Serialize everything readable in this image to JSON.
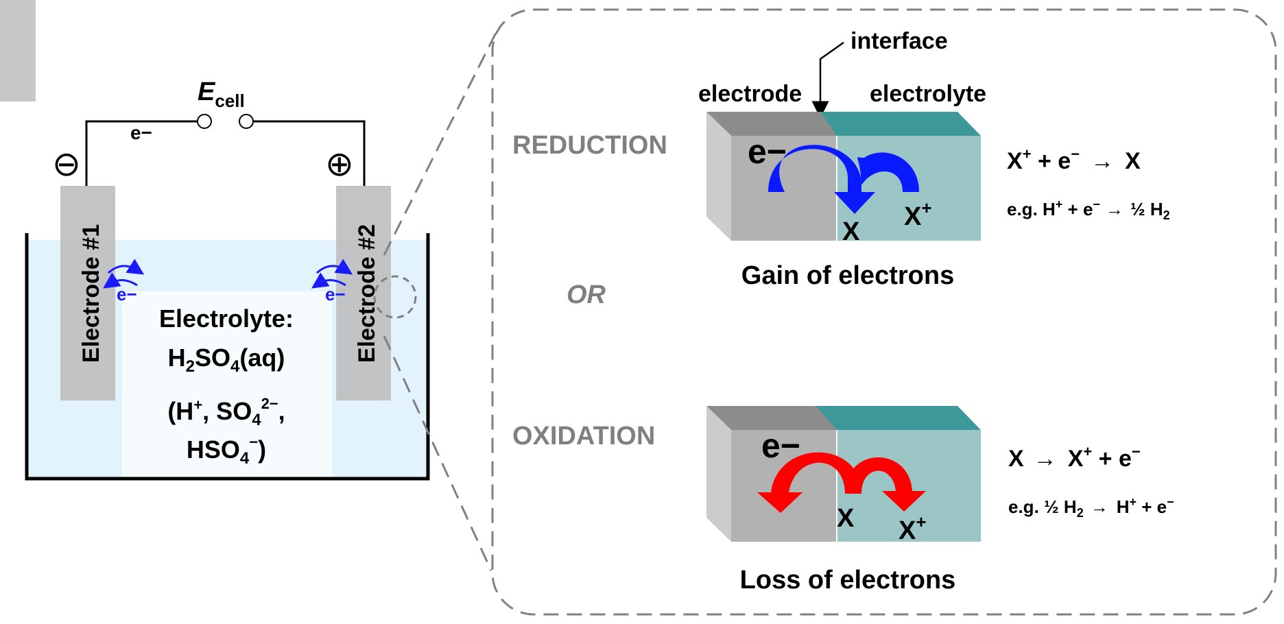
{
  "cell": {
    "voltage_symbol": "E",
    "voltage_subscript": "cell",
    "wire_electron": "e−",
    "negative_terminal": "⊖",
    "positive_terminal": "⊕",
    "electrode_1_label": "Electrode #1",
    "electrode_2_label": "Electrode #2",
    "electrode_electron": "e−",
    "electrolyte_title": "Electrolyte:",
    "electrolyte_formula": {
      "h": "H",
      "h_sub": "2",
      "s": "SO",
      "s_sub": "4",
      "aq": "(aq)"
    },
    "ions": {
      "open": "(H",
      "h_sup": "+",
      "comma1": ", SO",
      "so4_sub": "4",
      "so4_sup": "2−",
      "comma2": ",",
      "hso": "HSO",
      "hso4_sub": "4",
      "hso4_sup": "−",
      "close": ")"
    }
  },
  "zoom": {
    "interface_label": "interface",
    "electrode_label": "electrode",
    "electrolyte_label": "electrolyte",
    "or_label": "OR",
    "reduction": {
      "title": "REDUCTION",
      "electron": "e−",
      "species_x": "X",
      "species_xplus": "X",
      "plus": "+",
      "caption": "Gain of electrons",
      "equation": {
        "a": "X",
        "a_sup": "+",
        "b": " + e",
        "b_sup": "−",
        "arrow": "→",
        "c": "X"
      },
      "example": {
        "a": "e.g. H",
        "a_sup": "+",
        "b": " + e",
        "b_sup": "−",
        "arrow": "→",
        "c": "½ H",
        "c_sub": "2"
      }
    },
    "oxidation": {
      "title": "OXIDATION",
      "electron": "e−",
      "species_x": "X",
      "species_xplus": "X",
      "plus": "+",
      "caption": "Loss of electrons",
      "equation": {
        "a": "X",
        "arrow": "→",
        "b": "X",
        "b_sup": "+",
        "c": " + e",
        "c_sup": "−"
      },
      "example": {
        "a": "e.g. ½ H",
        "a_sub": "2",
        "arrow": "→",
        "b": "H",
        "b_sup": "+",
        "c": " + e",
        "c_sup": "−"
      }
    }
  },
  "colors": {
    "electrode_gray": "#bfbfbf",
    "electrolyte_light": "#e3f3fc",
    "electrolyte_center": "#f6fbfe",
    "teal_top": "#3d9999",
    "teal_front": "#9cc5c5",
    "reduction_arrow": "#0a1aff",
    "oxidation_arrow": "#ff0000",
    "label_gray": "#808080",
    "electron_blue": "#1a1aff"
  }
}
